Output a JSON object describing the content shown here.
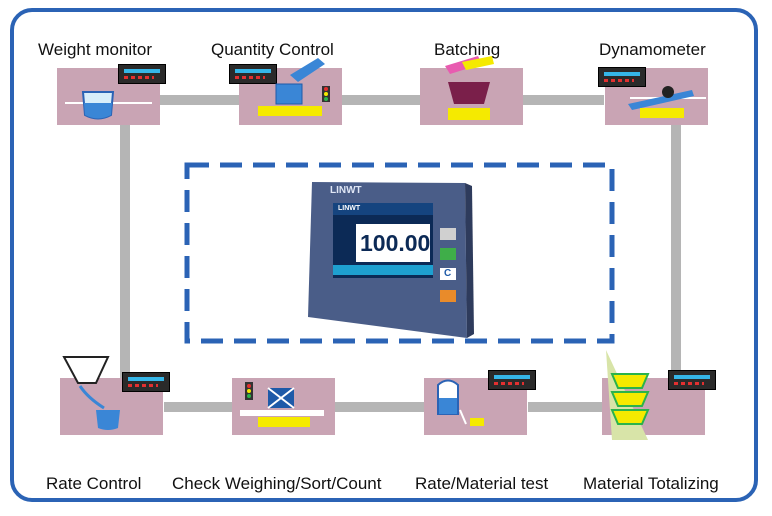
{
  "stations": [
    {
      "label": "Weight monitor",
      "icon": "tank-icon"
    },
    {
      "label": "Quantity Control",
      "icon": "filling-scale-icon"
    },
    {
      "label": "Batching",
      "icon": "mixing-bowl-icon"
    },
    {
      "label": "Dynamometer",
      "icon": "force-gauge-icon"
    },
    {
      "label": "Rate Control",
      "icon": "hopper-icon"
    },
    {
      "label": "Check Weighing/Sort/Count",
      "icon": "conveyor-check-icon"
    },
    {
      "label": "Rate/Material test",
      "icon": "silo-icon"
    },
    {
      "label": "Material Totalizing",
      "icon": "stacked-hoppers-icon"
    }
  ],
  "device": {
    "brand": "LINWT",
    "screen_logo": "LINWT",
    "reading": "100.00",
    "button_c": "C"
  },
  "colors": {
    "frame": "#2b63b5",
    "dashed_border": "#2b63b5",
    "station_bg": "#c9a4b4",
    "connector": "#b5b5b5",
    "display_accent": "#35b6e8",
    "scale_base": "#f5ea00"
  }
}
